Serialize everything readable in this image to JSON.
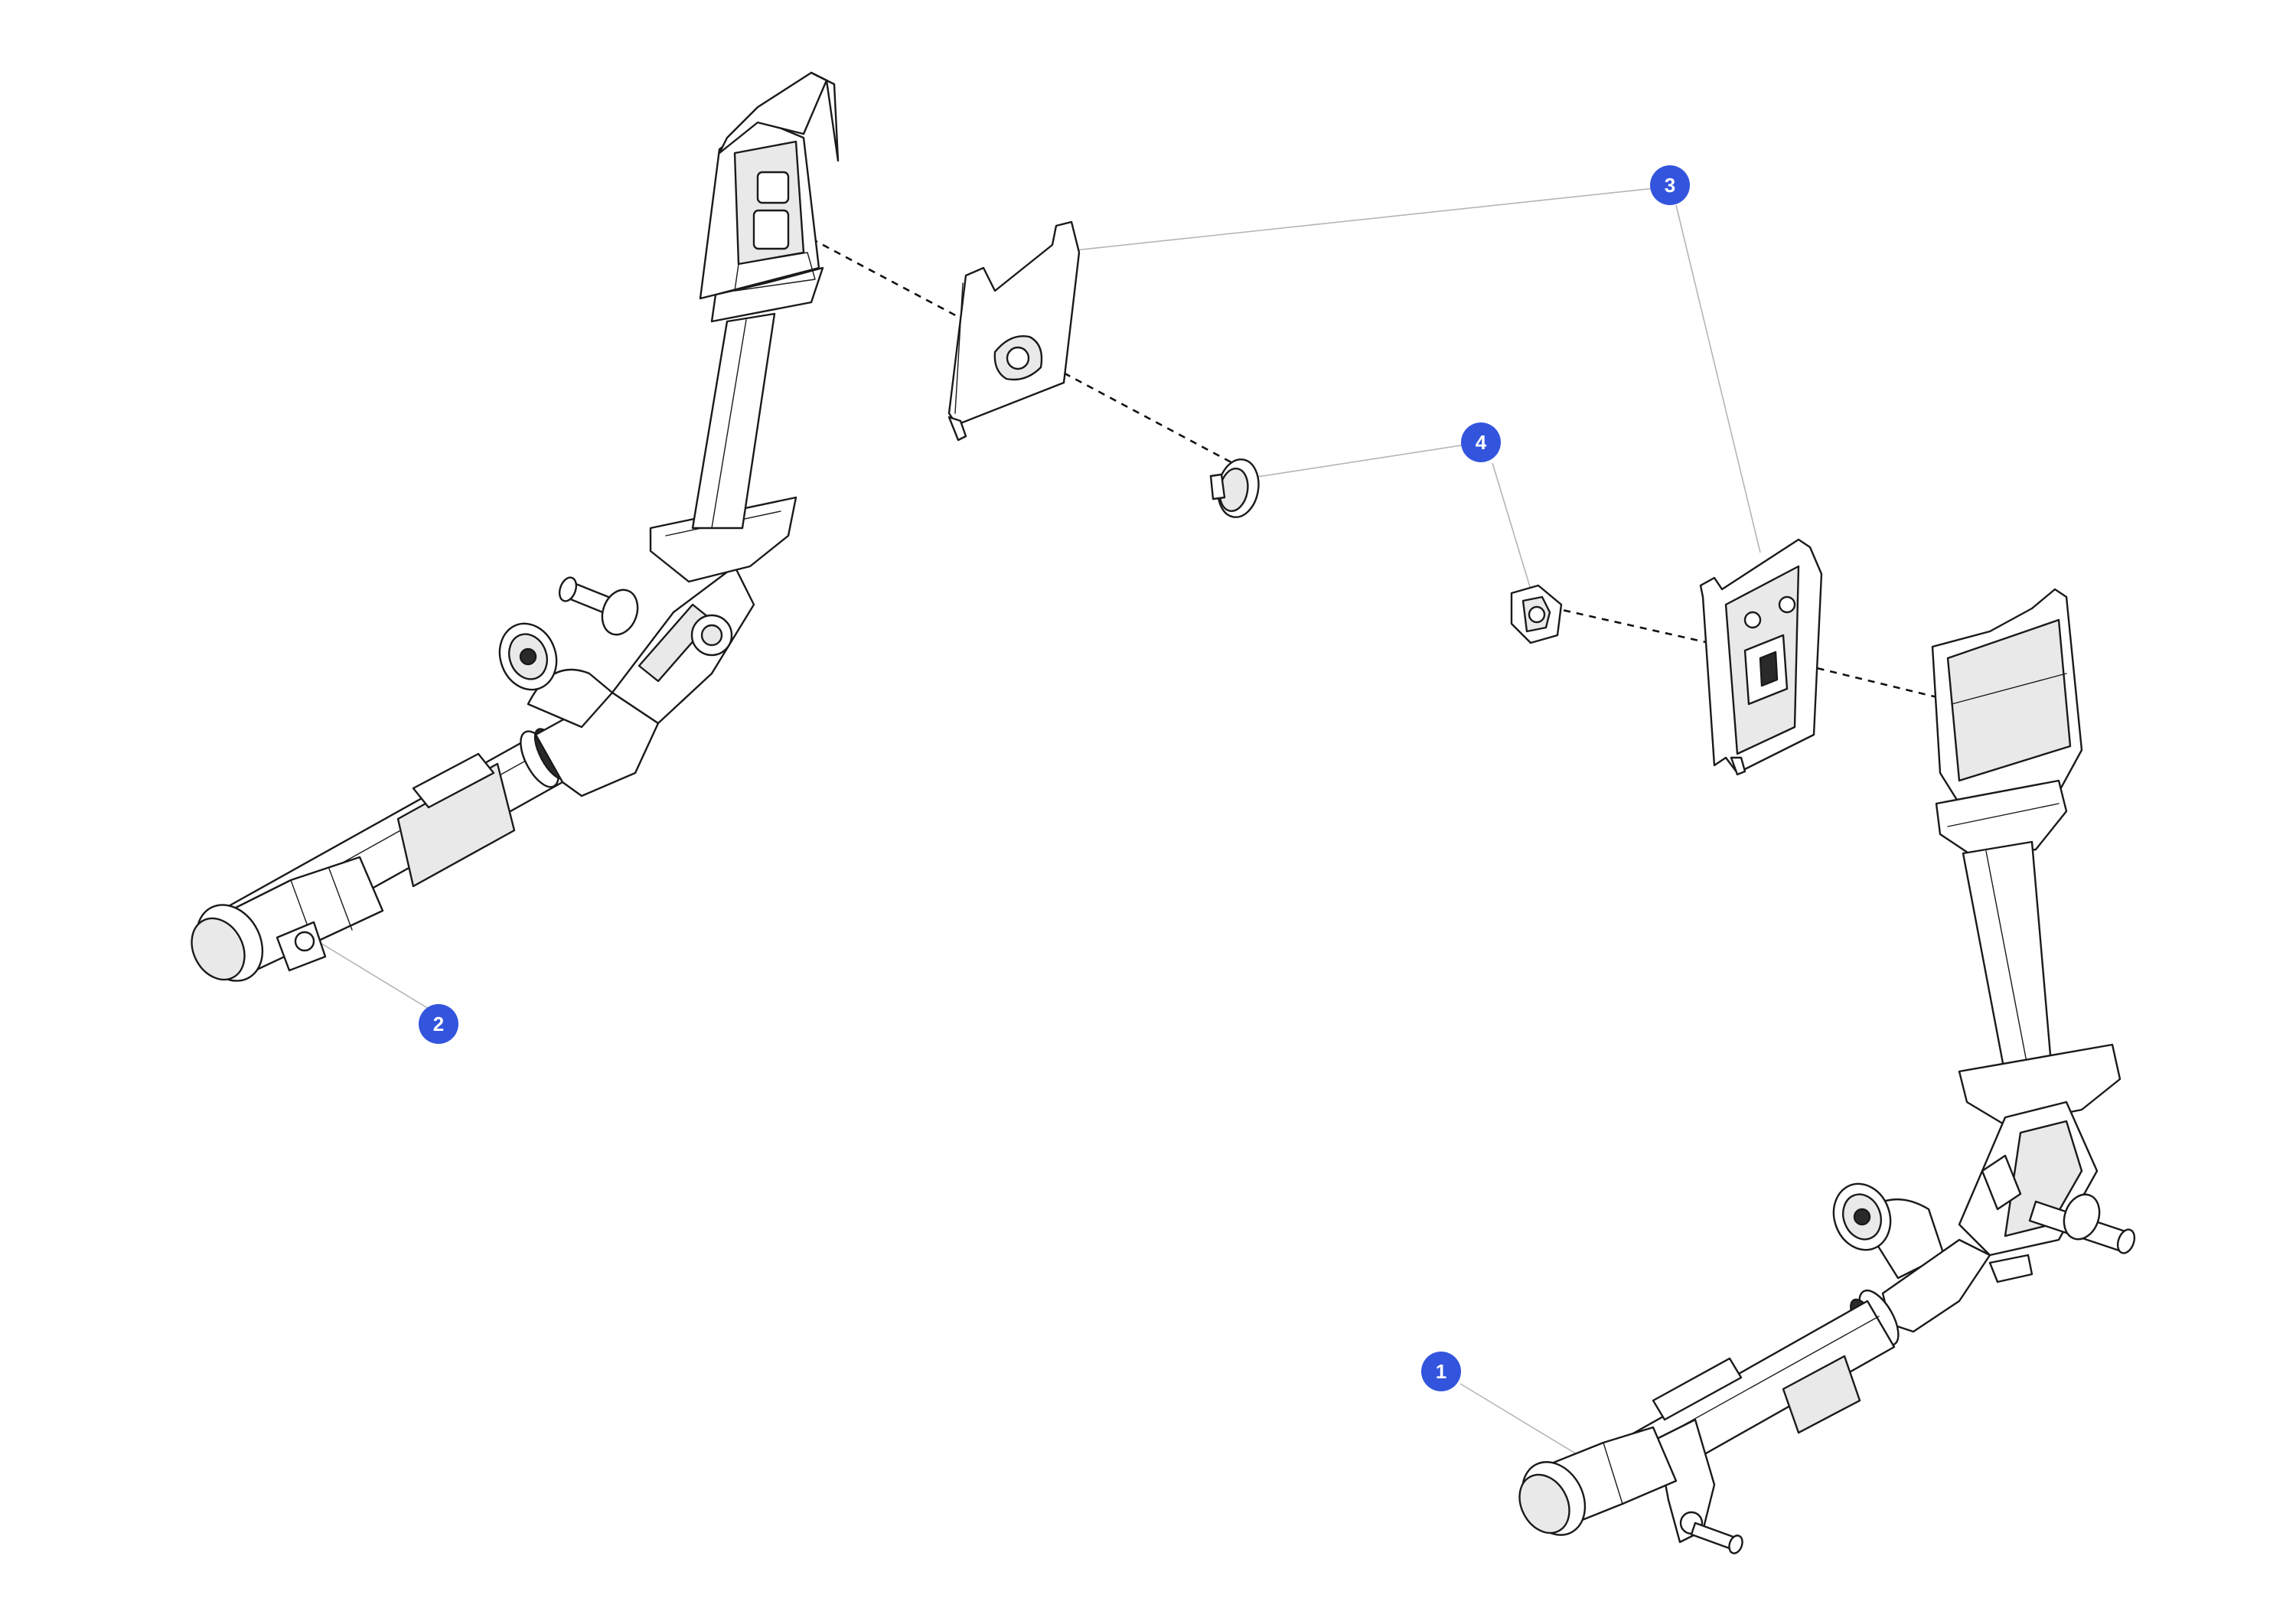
{
  "colors": {
    "callout_fill": "#3355dd",
    "callout_text": "#ffffff",
    "line_art": "#1a1a1a",
    "leader": "#b5b5b5"
  },
  "callouts": [
    {
      "id": "1",
      "label": "1"
    },
    {
      "id": "2",
      "label": "2"
    },
    {
      "id": "3",
      "label": "3"
    },
    {
      "id": "4",
      "label": "4"
    }
  ],
  "parts": [
    {
      "name": "left-armrest-assembly",
      "icon": "armrest-assembly-icon"
    },
    {
      "name": "right-armrest-assembly",
      "icon": "armrest-assembly-icon"
    },
    {
      "name": "armrest-cover-plate-left",
      "icon": "cover-plate-icon"
    },
    {
      "name": "armrest-cover-plate-right",
      "icon": "cover-plate-icon"
    },
    {
      "name": "push-pin-clip-left",
      "icon": "clip-icon"
    },
    {
      "name": "push-pin-clip-right",
      "icon": "clip-icon"
    }
  ]
}
